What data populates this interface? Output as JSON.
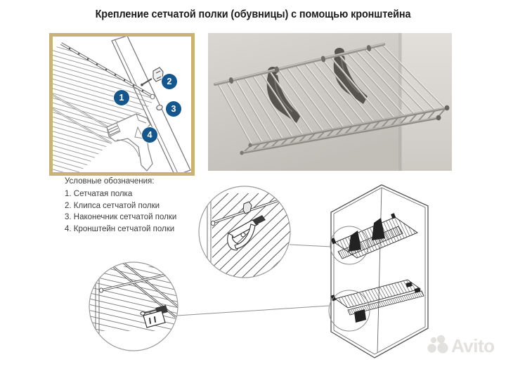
{
  "title": "Крепление сетчатой полки (обувницы) с помощью кронштейна",
  "legend": {
    "heading": "Условные обозначения:",
    "items": [
      "1. Сетчатая полка",
      "2. Клипса сетчатой полки",
      "3. Наконечник сетчатой полки",
      "4. Кронштейн сетчатой полки"
    ]
  },
  "diagram": {
    "callouts": [
      "1",
      "2",
      "3",
      "4"
    ]
  },
  "watermark": {
    "brand": "Avito"
  },
  "colors": {
    "callout_blue": "#15568d",
    "frame_tan": "#c9b179",
    "line_gray": "#555555",
    "photo_wall": "#d3d0cb"
  }
}
